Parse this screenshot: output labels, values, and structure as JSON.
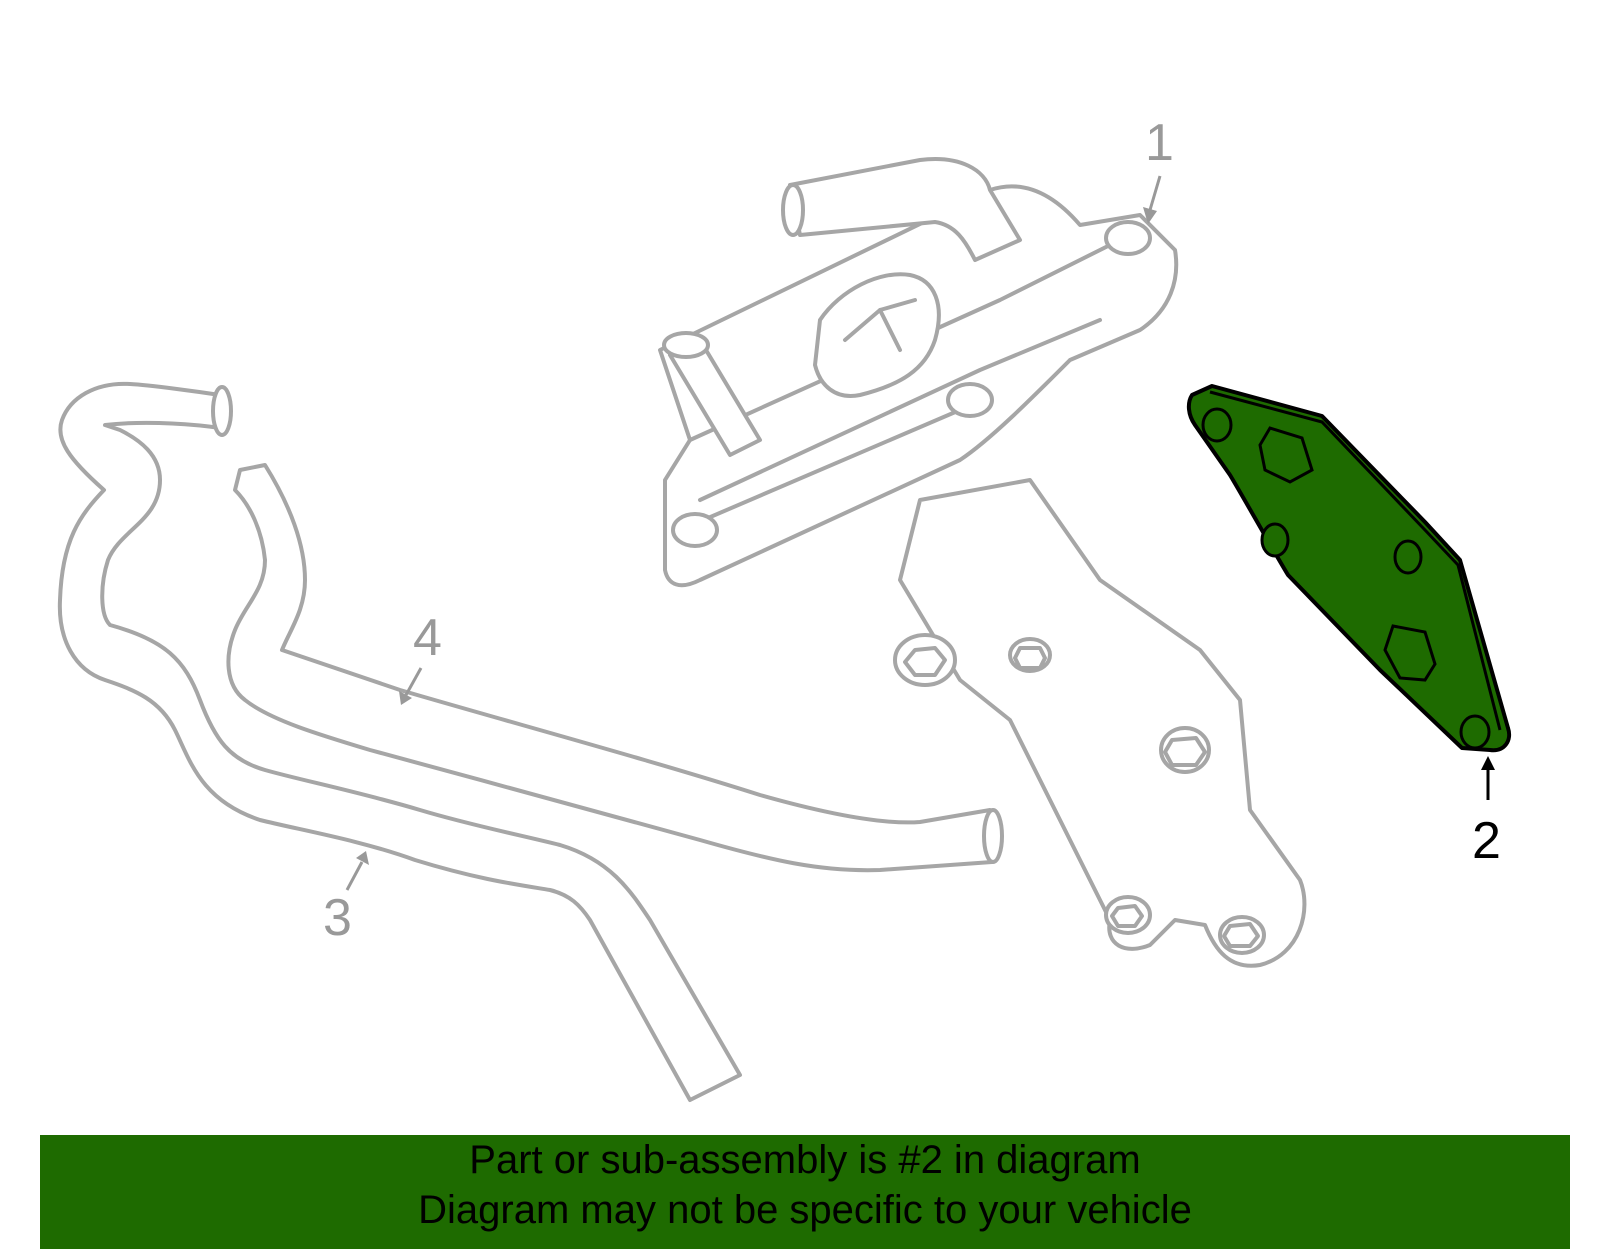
{
  "callouts": [
    {
      "id": "1",
      "label": "1",
      "highlighted": false
    },
    {
      "id": "2",
      "label": "2",
      "highlighted": true
    },
    {
      "id": "3",
      "label": "3",
      "highlighted": false
    },
    {
      "id": "4",
      "label": "4",
      "highlighted": false
    }
  ],
  "banner": {
    "line1": "Part or sub-assembly is #2 in diagram",
    "line2": "Diagram may not be specific to your vehicle"
  },
  "colors": {
    "highlight": "#1e6b00",
    "line_grey": "#a6a6a6",
    "text_grey": "#999999"
  }
}
